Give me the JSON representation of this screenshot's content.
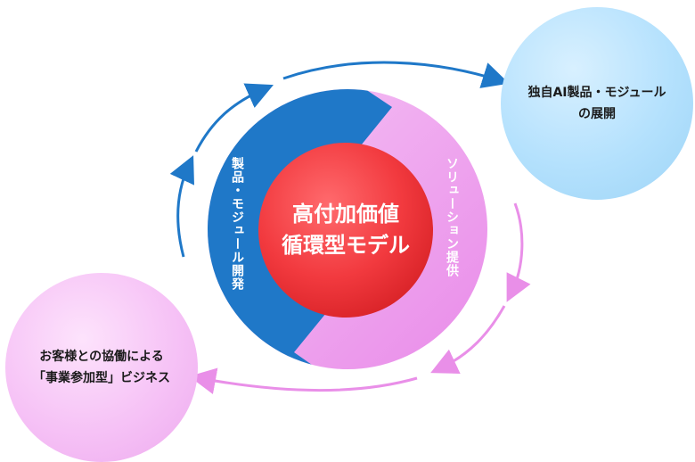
{
  "center": {
    "line1": "高付加価値",
    "line2": "循環型モデル"
  },
  "ring": {
    "left_label": "製品・モジュール開発",
    "right_label": "ソリューション提供"
  },
  "bubbles": {
    "right": {
      "line1": "独自AI製品・モジュール",
      "line2": "の展開"
    },
    "left": {
      "line1": "お客様との協働による",
      "line2": "「事業参加型」ビジネス"
    }
  },
  "colors": {
    "ring_blue": "#1f78c8",
    "ring_pink": "#ee9ff0",
    "ring_pink_light": "#f6c7f6",
    "center_red": "#f23a3f",
    "arrow_blue": "#1f78c8",
    "arrow_pink": "#e98fe8",
    "bubble_blue": "#b4e1fd",
    "bubble_pink": "#f6c2f6"
  },
  "icons": {
    "blue_arrows": "arrow-up-curved-icon",
    "pink_arrows": "arrow-down-curved-icon"
  }
}
